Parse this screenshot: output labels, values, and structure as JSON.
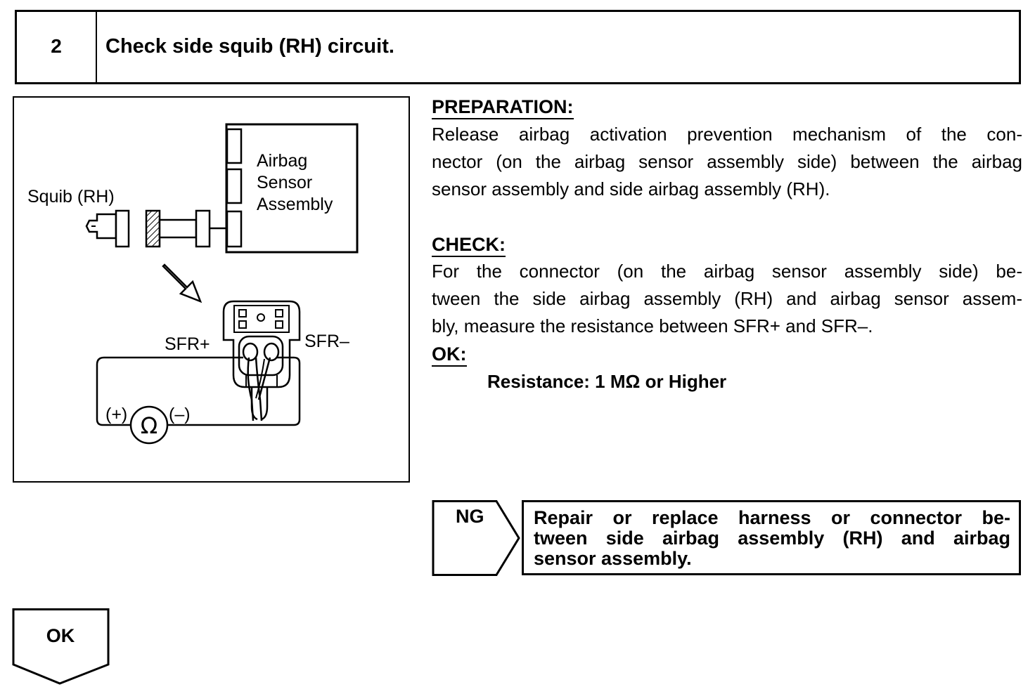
{
  "step": {
    "number": "2",
    "title": "Check side squib (RH) circuit."
  },
  "diagram": {
    "squib_label": "Squib (RH)",
    "sensor_label_lines": [
      "Airbag",
      "Sensor",
      "Assembly"
    ],
    "sfr_plus_label": "SFR+",
    "sfr_minus_label": "SFR–",
    "plus_terminal": "(+)",
    "minus_terminal": "(–)",
    "ohm_symbol": "Ω",
    "arrow_icon": "down-right-arrow-icon"
  },
  "preparation": {
    "heading": "PREPARATION:",
    "lines": [
      "Release airbag activation prevention mechanism of the con-",
      "nector (on the airbag sensor assembly side) between the airbag",
      "sensor assembly and side airbag assembly (RH)."
    ]
  },
  "check": {
    "heading": "CHECK:",
    "lines": [
      "For the connector (on the airbag sensor assembly side) be-",
      "tween the side airbag assembly (RH) and airbag sensor assem-",
      "bly, measure the resistance between SFR+ and SFR–."
    ]
  },
  "ok_spec": {
    "heading": "OK:",
    "value": "Resistance: 1 MΩ or Higher"
  },
  "ng_result": {
    "label": "NG",
    "lines": [
      "Repair or replace harness or connector be-",
      "tween side airbag assembly (RH) and airbag",
      "sensor assembly."
    ]
  },
  "ok_result": {
    "label": "OK"
  }
}
